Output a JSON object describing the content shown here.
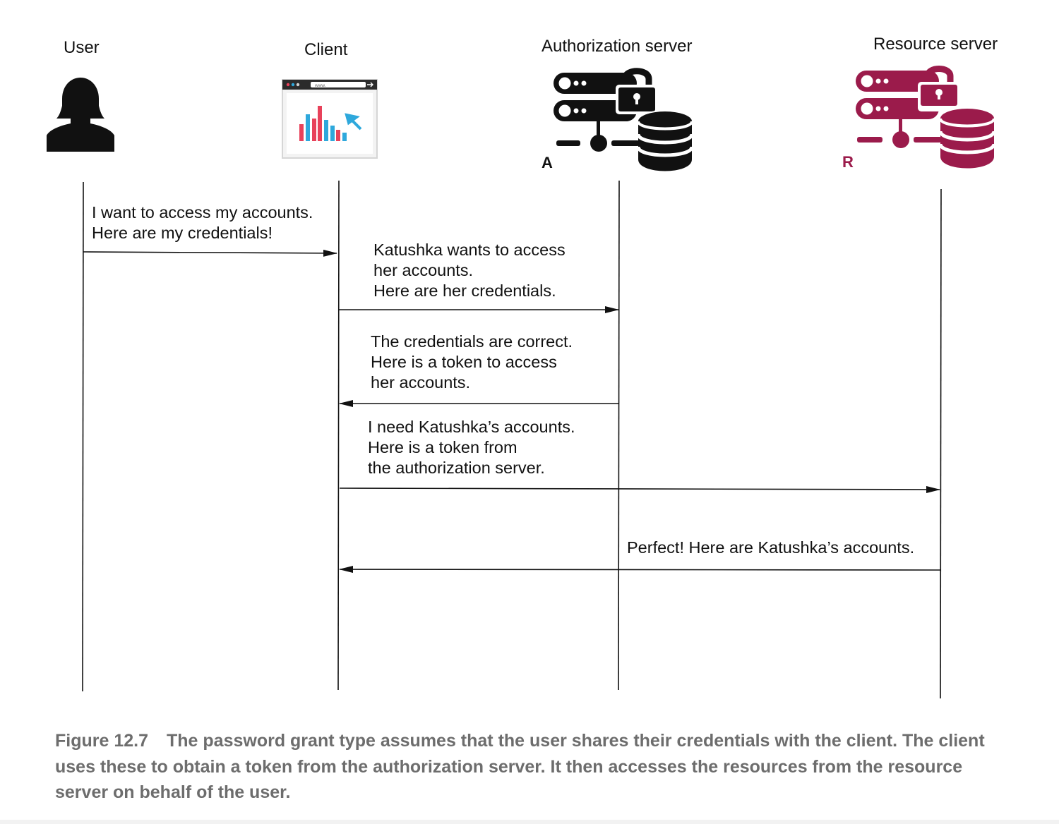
{
  "actors": {
    "user": {
      "label": "User",
      "icon": "user-silhouette-icon"
    },
    "client": {
      "label": "Client",
      "icon": "browser-chart-icon",
      "address_text": "www."
    },
    "authorization_server": {
      "label": "Authorization server",
      "badge": "A",
      "icon": "server-lock-database-icon"
    },
    "resource_server": {
      "label": "Resource server",
      "badge": "R",
      "icon": "server-lock-database-icon"
    }
  },
  "messages": [
    {
      "from": "User",
      "to": "Client",
      "lines": [
        "I want to access my accounts.",
        "Here are my credentials!"
      ]
    },
    {
      "from": "Client",
      "to": "Authorization server",
      "lines": [
        "Katushka wants to access",
        "her accounts.",
        "Here are her credentials."
      ]
    },
    {
      "from": "Authorization server",
      "to": "Client",
      "lines": [
        "The credentials are correct.",
        "Here is a token to access",
        "her accounts."
      ]
    },
    {
      "from": "Client",
      "to": "Resource server",
      "lines": [
        "I need Katushka’s accounts.",
        "Here is a token from",
        "the authorization server."
      ]
    },
    {
      "from": "Resource server",
      "to": "Client",
      "lines": [
        "Perfect! Here are Katushka’s accounts."
      ]
    }
  ],
  "caption": {
    "label": "Figure 12.7",
    "text": "The password grant type assumes that the user shares their credentials with the client. The client uses these to obtain a token from the authorization server. It then accesses the resources from the resource server on behalf of the user."
  },
  "colors": {
    "ink": "#111111",
    "resource_accent": "#9b1b4b",
    "caption": "#6d6d6d",
    "chart_red": "#e8415a",
    "chart_blue": "#2ea8dc"
  }
}
